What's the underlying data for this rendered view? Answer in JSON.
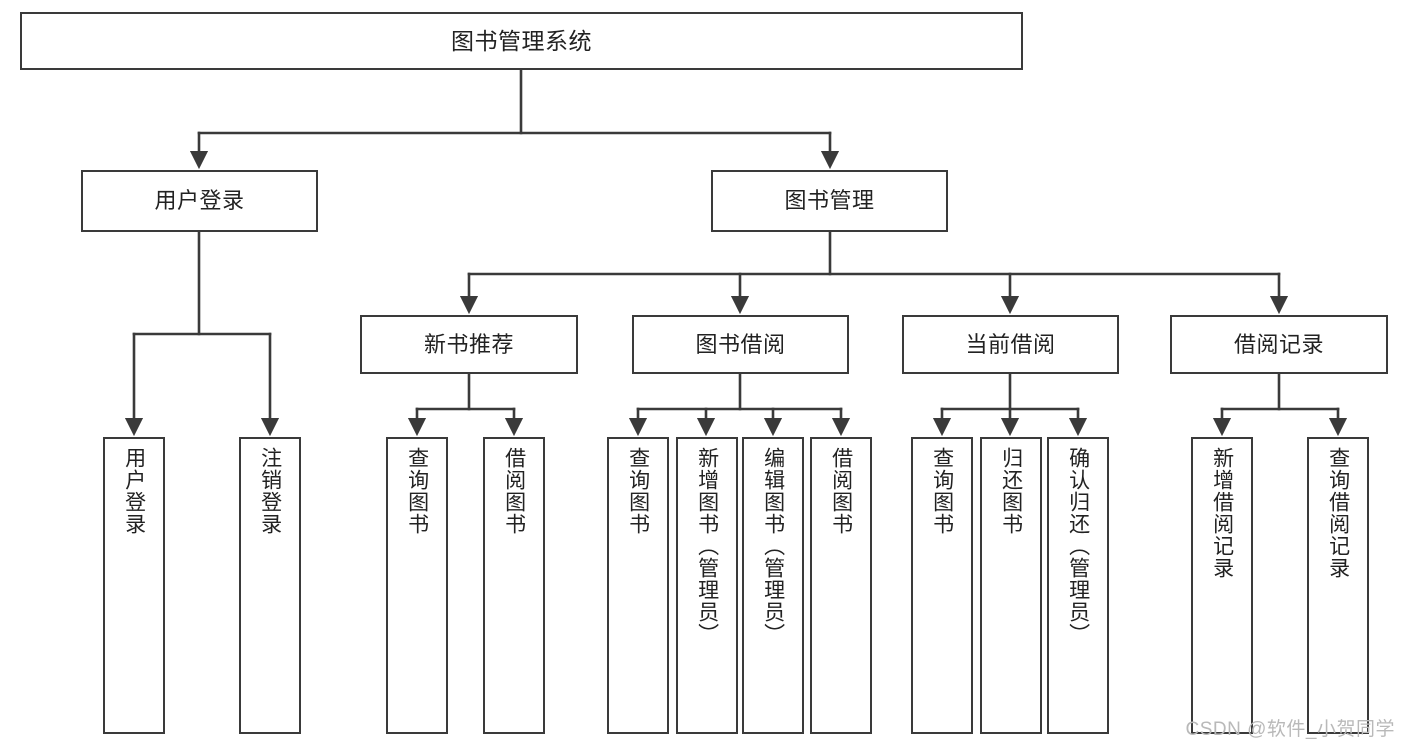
{
  "diagram": {
    "type": "tree",
    "title": "图书管理系统",
    "watermark": "CSDN @软件_小贺同学",
    "colors": {
      "box_border": "#3a3a3a",
      "box_fill": "#ffffff",
      "edge": "#3a3a3a",
      "text": "#222222",
      "watermark": "#b9b9b9"
    },
    "root": {
      "label": "图书管理系统"
    },
    "level2": [
      {
        "label": "用户登录"
      },
      {
        "label": "图书管理"
      }
    ],
    "level3": [
      {
        "label": "新书推荐"
      },
      {
        "label": "图书借阅"
      },
      {
        "label": "当前借阅"
      },
      {
        "label": "借阅记录"
      }
    ],
    "leaves": {
      "user_login": [
        {
          "label": "用户登录"
        },
        {
          "label": "注销登录"
        }
      ],
      "new_book_rec": [
        {
          "label": "查询图书"
        },
        {
          "label": "借阅图书"
        }
      ],
      "book_borrow": [
        {
          "label": "查询图书"
        },
        {
          "label": "新增图书（管理员）"
        },
        {
          "label": "编辑图书（管理员）"
        },
        {
          "label": "借阅图书"
        }
      ],
      "current_borrow": [
        {
          "label": "查询图书"
        },
        {
          "label": "归还图书"
        },
        {
          "label": "确认归还（管理员）"
        }
      ],
      "borrow_record": [
        {
          "label": "新增借阅记录"
        },
        {
          "label": "查询借阅记录"
        }
      ]
    }
  }
}
